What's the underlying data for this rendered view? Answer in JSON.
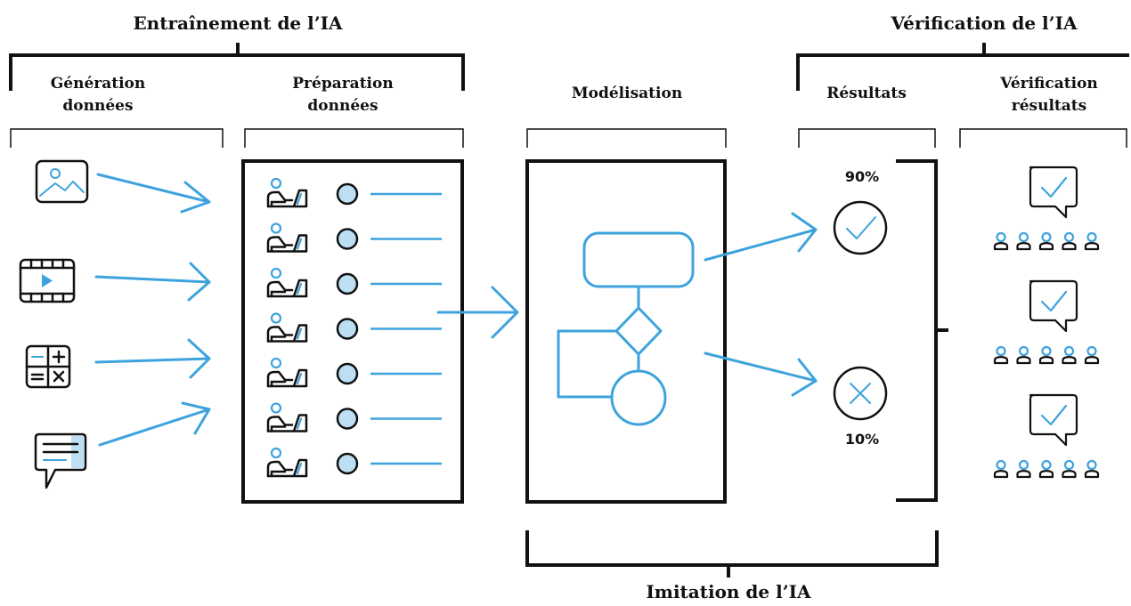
{
  "headers": {
    "training": "Entraînement de l’IA",
    "verification": "Vérification de l’IA",
    "imitation": "Imitation de l’IA"
  },
  "stages": {
    "generation": [
      "Génération",
      "données"
    ],
    "preparation": [
      "Préparation",
      "données"
    ],
    "modelisation": "Modélisation",
    "results": "Résultats",
    "verification_results": [
      "Vérification",
      "résultats"
    ]
  },
  "results": {
    "success_pct": "90%",
    "failure_pct": "10%"
  },
  "icons": {
    "inputs": [
      "image-icon",
      "video-icon",
      "calculator-icon",
      "text-message-icon"
    ],
    "preparation_row": "annotator-at-desk-icon",
    "verification_row": "checked-speech-bubble-icon",
    "reviewers": "people-icon"
  },
  "colors": {
    "accent": "#3ea3dd",
    "ink": "#111111",
    "background": "#ffffff"
  },
  "counts": {
    "preparation_rows": 7,
    "reviewers_per_group": 5,
    "verification_groups": 3
  }
}
